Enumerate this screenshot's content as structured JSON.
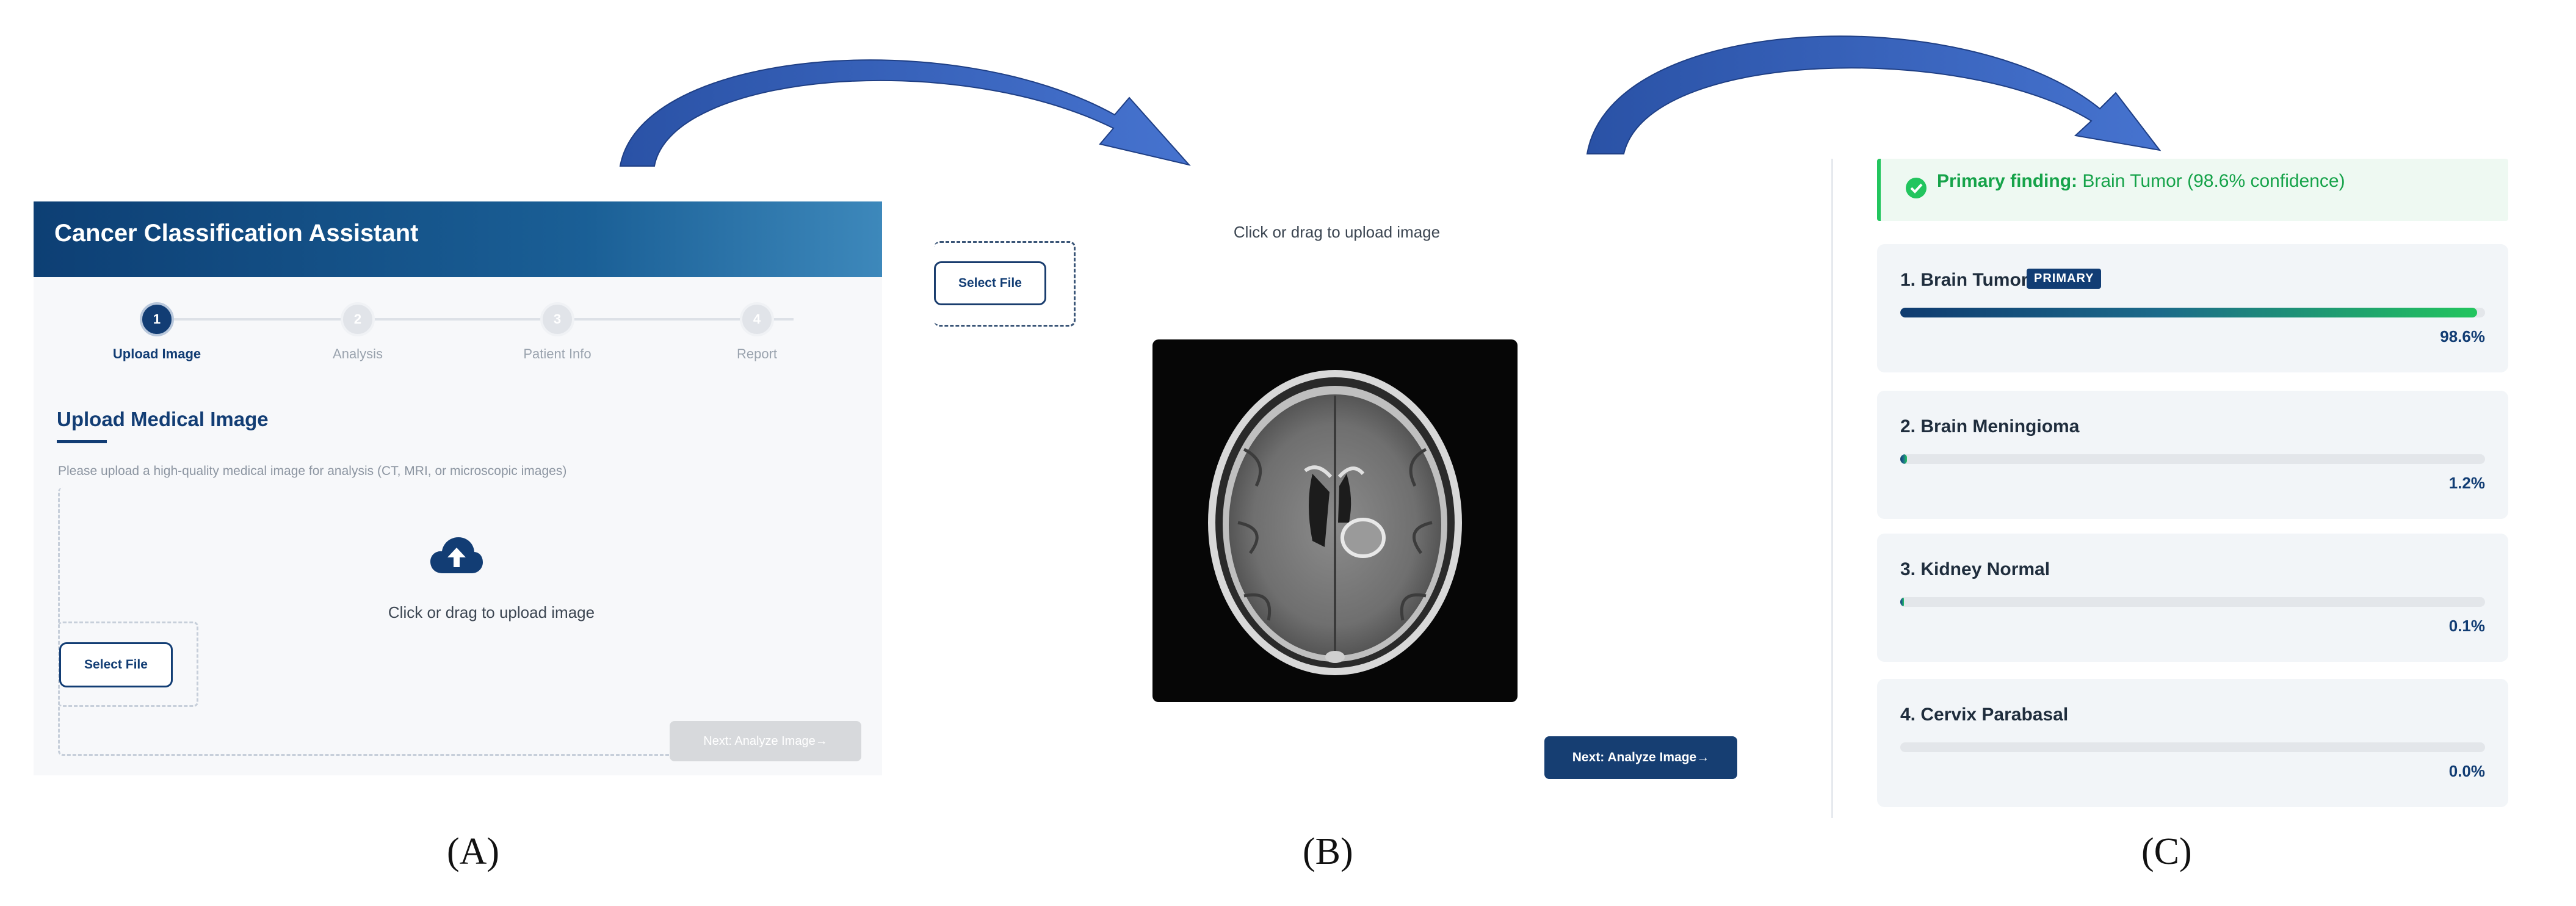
{
  "panel_a": {
    "app_title": "Cancer Classification Assistant",
    "steps": [
      {
        "number": "1",
        "label": "Upload Image",
        "active": true
      },
      {
        "number": "2",
        "label": "Analysis",
        "active": false
      },
      {
        "number": "3",
        "label": "Patient Info",
        "active": false
      },
      {
        "number": "4",
        "label": "Report",
        "active": false
      }
    ],
    "section_title": "Upload Medical Image",
    "section_desc": "Please upload a high-quality medical image for analysis (CT, MRI, or microscopic images)",
    "upload_icon": "cloud-upload-icon",
    "drop_text": "Click or drag to upload image",
    "select_file": "Select File",
    "next_button": "Next: Analyze Image→"
  },
  "panel_b": {
    "drop_text": "Click or drag to upload image",
    "select_file": "Select File",
    "next_button": "Next: Analyze Image→"
  },
  "panel_c": {
    "finding_label": "Primary finding:",
    "finding_value": "Brain Tumor (98.6% confidence)",
    "results": [
      {
        "name": "1. Brain Tumor",
        "badge": "PRIMARY",
        "percent": "98.6%",
        "value": 0.986
      },
      {
        "name": "2. Brain Meningioma",
        "badge": "",
        "percent": "1.2%",
        "value": 0.012
      },
      {
        "name": "3. Kidney Normal",
        "badge": "",
        "percent": "0.1%",
        "value": 0.001
      },
      {
        "name": "4. Cervix Parabasal",
        "badge": "",
        "percent": "0.0%",
        "value": 0.0
      }
    ]
  },
  "panel_labels": {
    "a": "(A)",
    "b": "(B)",
    "c": "(C)"
  },
  "colors": {
    "primary": "#123d74",
    "success": "#22c55e",
    "arrow": "#2f5fb8"
  }
}
